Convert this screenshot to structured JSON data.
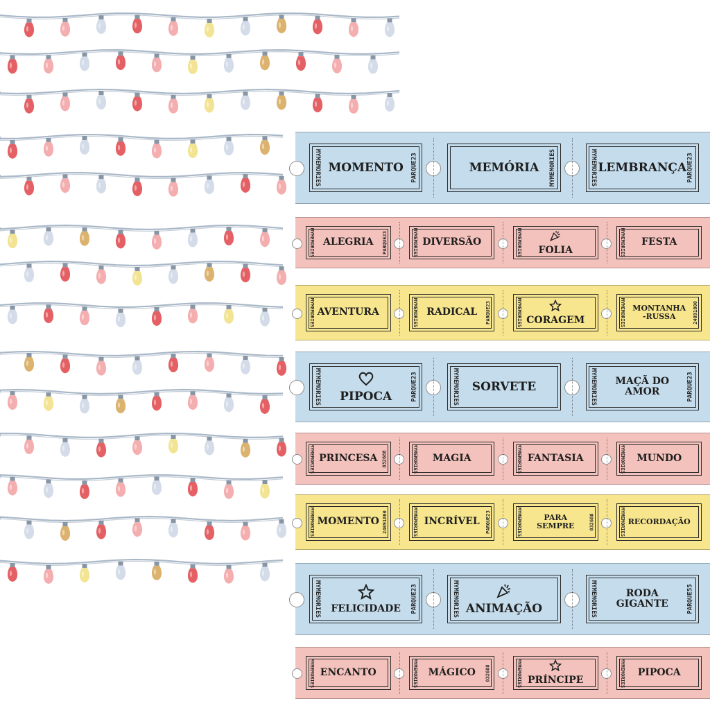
{
  "colors": {
    "blue": "#c4dcec",
    "pink": "#f4c2bc",
    "yellow": "#f7e68e",
    "wire": "#a9b8c7",
    "bulb_red": "#e25357",
    "bulb_pink": "#f3a7a9",
    "bulb_light_blue": "#cfd9e6",
    "bulb_yellow": "#f1e28a",
    "bulb_gold": "#d9ad62",
    "socket": "#8795a4"
  },
  "light_pattern": [
    "bulb_red",
    "bulb_pink",
    "bulb_light_blue",
    "bulb_red",
    "bulb_pink",
    "bulb_yellow",
    "bulb_light_blue",
    "bulb_gold",
    "bulb_red",
    "bulb_pink",
    "bulb_light_blue"
  ],
  "strips": [
    {
      "color": "blue",
      "tickets": [
        {
          "word": "MOMENTO",
          "left": "MYMEMORIES",
          "right": "PARQUE23",
          "icon": ""
        },
        {
          "word": "MEMÓRIA",
          "left": "",
          "right": "MYMEMORIES",
          "icon": ""
        },
        {
          "word": "LEMBRANÇA",
          "left": "MYMEMORIES",
          "right": "PARQUE23",
          "icon": ""
        }
      ]
    },
    {
      "color": "pink",
      "tickets": [
        {
          "word": "ALEGRIA",
          "left": "MYMEMORIES",
          "right": "PARQUE23",
          "icon": ""
        },
        {
          "word": "DIVERSÃO",
          "left": "MYMEMORIES",
          "right": "",
          "icon": ""
        },
        {
          "word": "FOLIA",
          "left": "MYMEMORIES",
          "right": "",
          "icon": "party-popper-icon"
        },
        {
          "word": "FESTA",
          "left": "MYMEMORIES",
          "right": "",
          "icon": ""
        }
      ]
    },
    {
      "color": "yellow",
      "tickets": [
        {
          "word": "AVENTURA",
          "left": "MYMEMORIES",
          "right": "",
          "icon": ""
        },
        {
          "word": "RADICAL",
          "left": "MYMEMORIES",
          "right": "PARQUE23",
          "icon": ""
        },
        {
          "word": "CORAGEM",
          "left": "MYMEMORIES",
          "right": "",
          "icon": "star-icon"
        },
        {
          "word": "MONTANHA\n-RUSSA",
          "left": "MYMEMORIES",
          "right": "24091800",
          "icon": ""
        }
      ]
    },
    {
      "color": "blue",
      "tickets": [
        {
          "word": "PIPOCA",
          "left": "MYMEMORIES",
          "right": "PARQUE23",
          "icon": "heart-icon"
        },
        {
          "word": "SORVETE",
          "left": "MYMEMORIES",
          "right": "",
          "icon": ""
        },
        {
          "word": "MAÇÃ DO\nAMOR",
          "left": "MYMEMORIES",
          "right": "PARQUE23",
          "icon": ""
        }
      ]
    },
    {
      "color": "pink",
      "tickets": [
        {
          "word": "PRINCESA",
          "left": "MYMEMORIES",
          "right": "032688",
          "icon": ""
        },
        {
          "word": "MAGIA",
          "left": "MYMEMORIES",
          "right": "",
          "icon": ""
        },
        {
          "word": "FANTASIA",
          "left": "MYMEMORIES",
          "right": "",
          "icon": ""
        },
        {
          "word": "MUNDO",
          "left": "MYMEMORIES",
          "right": "",
          "icon": ""
        }
      ]
    },
    {
      "color": "yellow",
      "tickets": [
        {
          "word": "MOMENTO",
          "left": "MYMEMORIES",
          "right": "24091800",
          "icon": ""
        },
        {
          "word": "INCRÍVEL",
          "left": "MYMEMORIES",
          "right": "PARQUE23",
          "icon": ""
        },
        {
          "word": "PARA\nSEMPRE",
          "left": "MYMEMORIES",
          "right": "032688",
          "icon": ""
        },
        {
          "word": "RECORDAÇÃO",
          "left": "MYMEMORIES",
          "right": "",
          "icon": ""
        }
      ]
    },
    {
      "color": "blue",
      "tickets": [
        {
          "word": "FELICIDADE",
          "left": "MYMEMORIES",
          "right": "PARQUE23",
          "icon": "star-icon"
        },
        {
          "word": "ANIMAÇÃO",
          "left": "MYMEMORIES",
          "right": "",
          "icon": "party-popper-icon"
        },
        {
          "word": "RODA\nGIGANTE",
          "left": "MYMEMORIES",
          "right": "PARQUE55",
          "icon": ""
        }
      ]
    },
    {
      "color": "pink",
      "tickets": [
        {
          "word": "ENCANTO",
          "left": "MYMEMORIES",
          "right": "",
          "icon": ""
        },
        {
          "word": "MÁGICO",
          "left": "MYMEMORIES",
          "right": "032688",
          "icon": ""
        },
        {
          "word": "PRÍNCIPE",
          "left": "MYMEMORIES",
          "right": "",
          "icon": "star-icon"
        },
        {
          "word": "PIPOCA",
          "left": "MYMEMORIES",
          "right": "",
          "icon": ""
        }
      ]
    }
  ]
}
